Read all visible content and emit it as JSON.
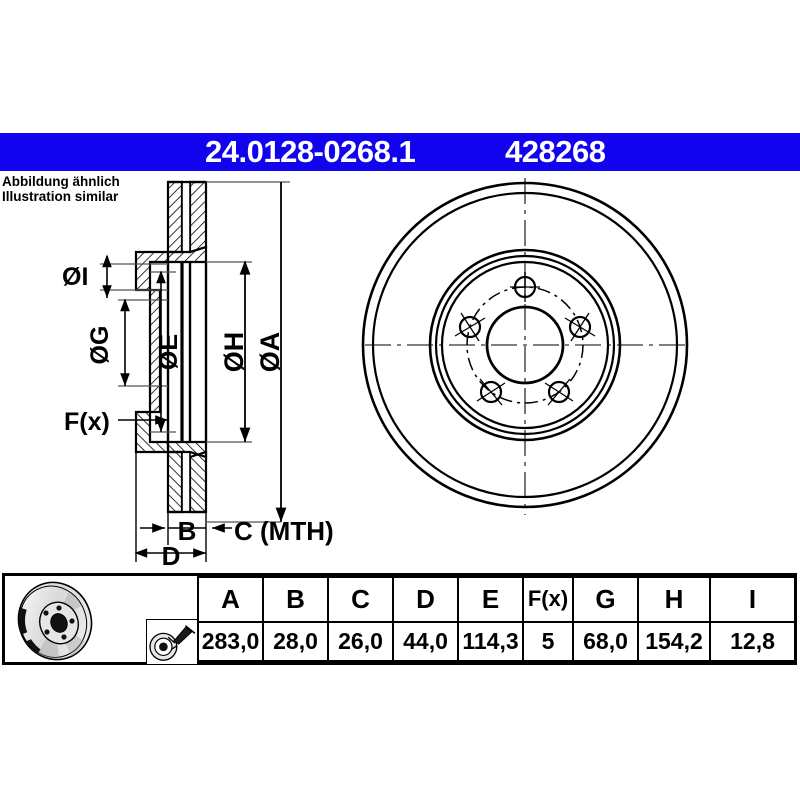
{
  "header": {
    "part_number": "24.0128-0268.1",
    "reference_number": "428268",
    "banner_color": "#1203ef",
    "text_color": "#ffffff"
  },
  "note": {
    "line_de": "Abbildung ähnlich",
    "line_en": "Illustration similar"
  },
  "drawing": {
    "section_view_labels": {
      "dia_i": "ØI",
      "dia_g": "ØG",
      "dia_e": "ØE",
      "dia_h": "ØH",
      "dia_a": "ØA",
      "fx": "F(x)",
      "b": "B",
      "c": "C (MTH)",
      "d": "D"
    },
    "front_view": {
      "bolt_hole_count": 5,
      "has_centerlines": true,
      "has_bolt_circle": true
    }
  },
  "spec_table": {
    "headers": [
      "A",
      "B",
      "C",
      "D",
      "E",
      "F(x)",
      "G",
      "H",
      "I"
    ],
    "values": [
      "283,0",
      "28,0",
      "26,0",
      "44,0",
      "114,3",
      "5",
      "68,0",
      "154,2",
      "12,8"
    ],
    "icons": {
      "disc_photo": "brake-disc-photo-icon",
      "mth_photo": "min-thickness-measure-icon"
    }
  }
}
